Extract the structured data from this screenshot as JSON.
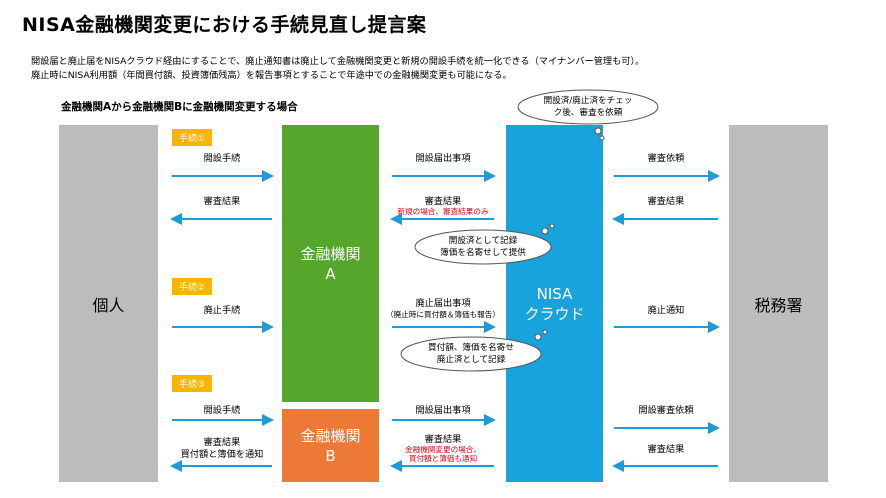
{
  "title": "NISA金融機関変更における手続見直し提言案",
  "description": [
    "開設届と廃止届をNISAクラウド経由にすることで、廃止通知書は廃止して金融機関変更と新規の開設手続を統一化できる（マイナンバー管理も可）。",
    "廃止時にNISA利用額（年間買付額、投資簿価残高）を報告事項とすることで年途中での金融機関変更も可能になる。"
  ],
  "case_heading": "金融機関Aから金融機関Bに金融機関変更する場合",
  "columns": {
    "individual": "個人",
    "bank_a": [
      "金融機関",
      "A"
    ],
    "nisa_cloud": [
      "NISA",
      "クラウド"
    ],
    "bank_b": [
      "金融機関",
      "B"
    ],
    "tax_office": "税務署"
  },
  "steps": [
    "手続①",
    "手続②",
    "手続③"
  ],
  "labels": {
    "s1_open": "開設手続",
    "s1_result": "審査結果",
    "s1a_open_submit": "開設届出事項",
    "s1a_result": "審査結果",
    "s1a_result_note": "新規の場合、審査結果のみ",
    "s1c_review_request": "審査依頼",
    "s1c_result": "審査結果",
    "s2_close": "廃止手続",
    "s2a_close_submit": "廃止届出事項",
    "s2a_close_note": "（廃止時に買付額＆簿価も報告）",
    "s2c_close_notice": "廃止通知",
    "s3_open": "開設手続",
    "s3_result_1": "審査結果",
    "s3_result_2": "買付額と簿価を通知",
    "s3b_open_submit": "開設届出事項",
    "s3b_result": "審査結果",
    "s3b_result_note_1": "金融機関変更の場合、",
    "s3b_result_note_2": "買付額と簿価も通知",
    "s3c_review_request": "開設審査依頼",
    "s3c_result": "審査結果"
  },
  "clouds": {
    "top": [
      "開設済/廃止済をチェッ",
      "ク後、審査を依頼"
    ],
    "mid1": [
      "開設済として記録",
      "簿価を名寄せして提供"
    ],
    "mid2": [
      "買付額、簿価を名寄せ",
      "廃止済として記録"
    ]
  },
  "colors": {
    "arrow": "#1e9ad6",
    "green": "#56a62c",
    "orange": "#ec7a36",
    "blue": "#18a3dc",
    "gray": "#bcbcbc",
    "step": "#f7b500",
    "note_red": "#e60012"
  }
}
